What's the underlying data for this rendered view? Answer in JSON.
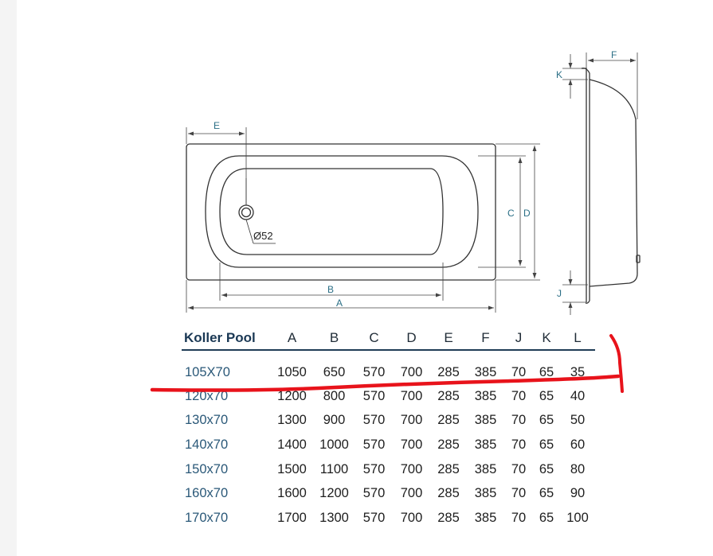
{
  "drawing": {
    "labels": {
      "E": "E",
      "B": "B",
      "A": "A",
      "C": "C",
      "D": "D",
      "F": "F",
      "K": "K",
      "J": "J",
      "drain": "Ø52"
    }
  },
  "table": {
    "headers": [
      "Koller Pool",
      "A",
      "B",
      "C",
      "D",
      "E",
      "F",
      "J",
      "K",
      "L"
    ],
    "rows": [
      [
        "105X70",
        "1050",
        "650",
        "570",
        "700",
        "285",
        "385",
        "70",
        "65",
        "35"
      ],
      [
        "120x70",
        "1200",
        "800",
        "570",
        "700",
        "285",
        "385",
        "70",
        "65",
        "40"
      ],
      [
        "130x70",
        "1300",
        "900",
        "570",
        "700",
        "285",
        "385",
        "70",
        "65",
        "50"
      ],
      [
        "140x70",
        "1400",
        "1000",
        "570",
        "700",
        "285",
        "385",
        "70",
        "65",
        "60"
      ],
      [
        "150x70",
        "1500",
        "1100",
        "570",
        "700",
        "285",
        "385",
        "70",
        "65",
        "80"
      ],
      [
        "160x70",
        "1600",
        "1200",
        "570",
        "700",
        "285",
        "385",
        "70",
        "65",
        "90"
      ],
      [
        "170x70",
        "1700",
        "1300",
        "570",
        "700",
        "285",
        "385",
        "70",
        "65",
        "100"
      ]
    ]
  },
  "colors": {
    "header_rule": "#1f3c56",
    "dimension_text": "#2b6f86",
    "markup_red": "#e8131b"
  }
}
